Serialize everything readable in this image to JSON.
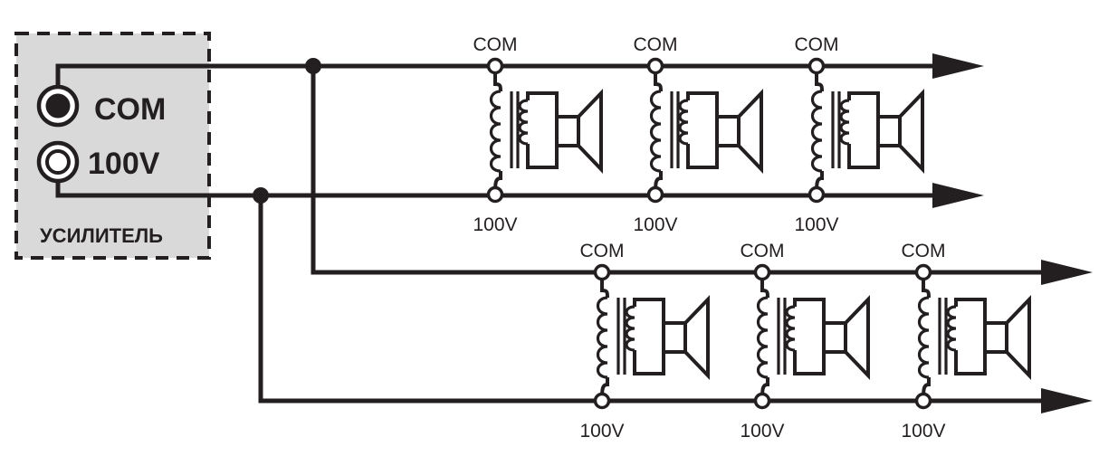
{
  "amplifier": {
    "com_label": "COM",
    "v100_label": "100V",
    "title": "УСИЛИТЕЛЬ",
    "box_fill": "#d9d9d9"
  },
  "colors": {
    "line": "#231f20",
    "background": "#ffffff"
  },
  "speakers": [
    {
      "row": 1,
      "index": 1,
      "top_label": "COM",
      "bottom_label": "100V"
    },
    {
      "row": 1,
      "index": 2,
      "top_label": "COM",
      "bottom_label": "100V"
    },
    {
      "row": 1,
      "index": 3,
      "top_label": "COM",
      "bottom_label": "100V"
    },
    {
      "row": 2,
      "index": 1,
      "top_label": "COM",
      "bottom_label": "100V"
    },
    {
      "row": 2,
      "index": 2,
      "top_label": "COM",
      "bottom_label": "100V"
    },
    {
      "row": 2,
      "index": 3,
      "top_label": "COM",
      "bottom_label": "100V"
    }
  ]
}
